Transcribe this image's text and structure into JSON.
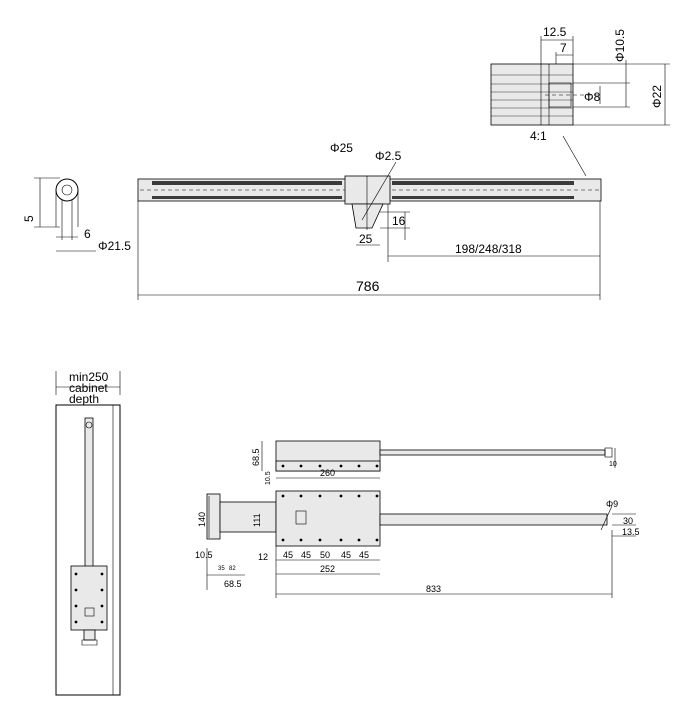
{
  "top_detail": {
    "dim_12_5": "12.5",
    "dim_7": "7",
    "dia_10_5": "Φ10.5",
    "dia_8": "Φ8",
    "dia_22": "Φ22",
    "scale": "4:1"
  },
  "side_view": {
    "dim_5": "5",
    "dim_6": "6",
    "dia_21_5": "Φ21.5"
  },
  "main_rail": {
    "dia_25": "Φ25",
    "dia_2_5": "Φ2.5",
    "dim_16": "16",
    "dim_25": "25",
    "dim_offset": "198/248/318",
    "dim_total": "786"
  },
  "cabinet_view": {
    "line1": "min250",
    "line2": "cabinet",
    "line3": "depth"
  },
  "assembly_view": {
    "dim_68_5_top": "68.5",
    "dim_10_5_top": "10.5",
    "dim_260": "260",
    "dim_10_right": "10",
    "dim_140": "140",
    "dim_111": "111",
    "dim_10_5_left": "10.5",
    "dim_68_5_bottom": "68.5",
    "dim_12": "12",
    "spacing": [
      "45",
      "45",
      "50",
      "45",
      "45"
    ],
    "dim_252": "252",
    "dim_833": "833",
    "dia_9": "Φ9",
    "dim_30": "30",
    "dim_13_5": "13.5",
    "small_a": "35",
    "small_b": "82"
  }
}
